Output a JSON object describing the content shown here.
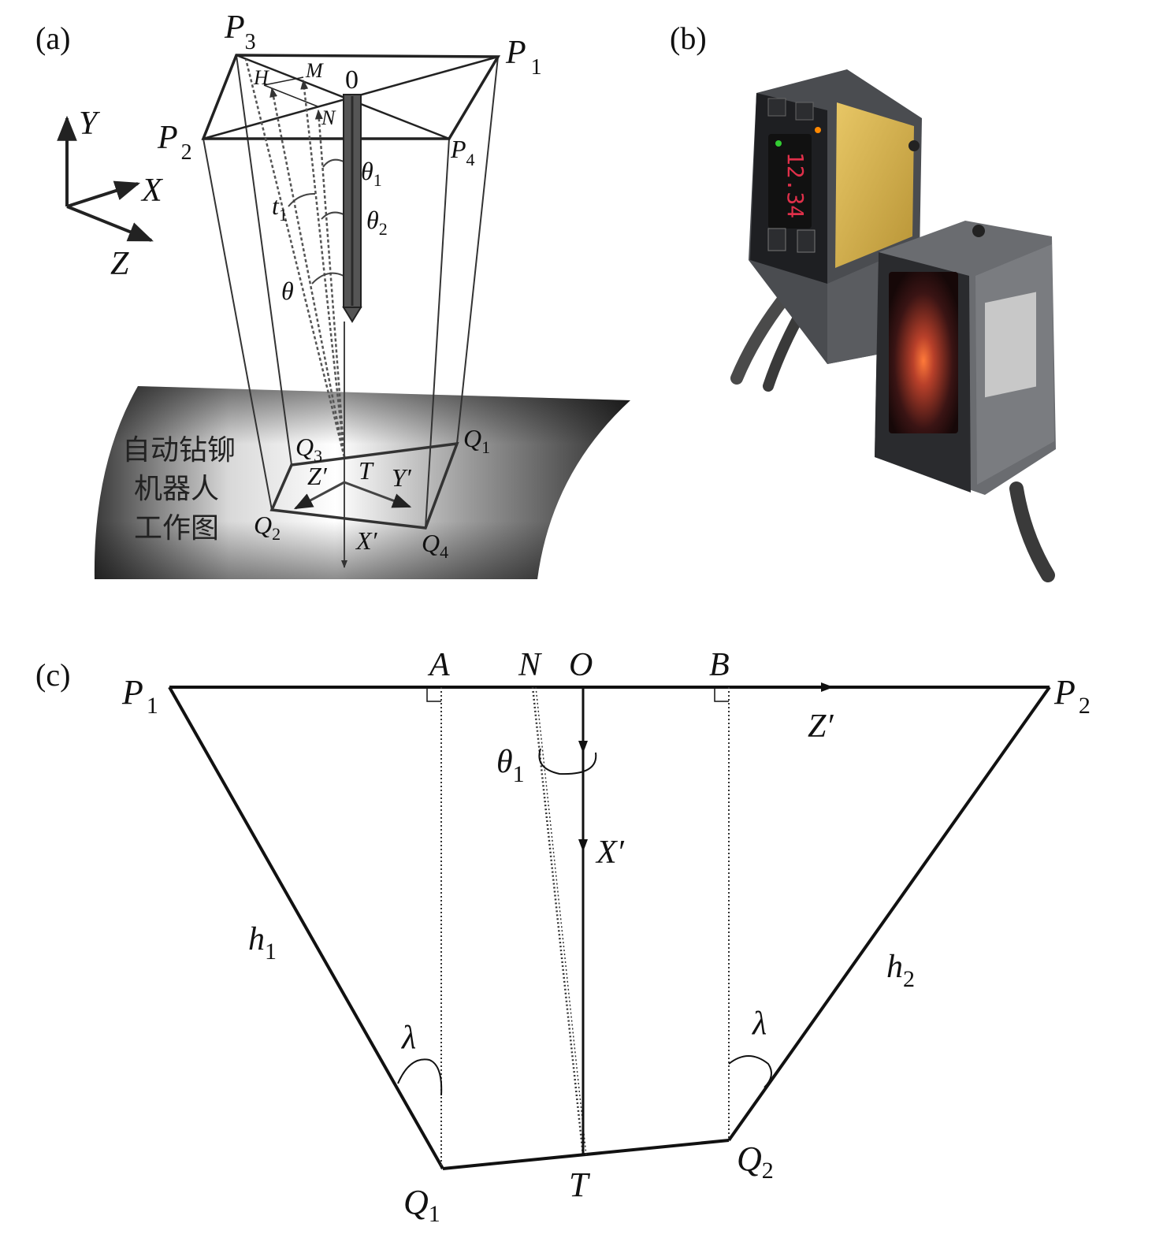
{
  "panels": {
    "a": "(a)",
    "b": "(b)",
    "c": "(c)"
  },
  "panel_a": {
    "axes": {
      "y": "Y",
      "x": "X",
      "z": "Z"
    },
    "points": {
      "P3": {
        "main": "P",
        "sub": "3"
      },
      "P1": {
        "main": "P",
        "sub": "1"
      },
      "P2": {
        "main": "P",
        "sub": "2"
      },
      "P4": {
        "main": "P",
        "sub": "4"
      },
      "H": "H",
      "M": "M",
      "N": "N",
      "origin": "0",
      "theta1": {
        "main": "θ",
        "sub": "1"
      },
      "theta2": {
        "main": "θ",
        "sub": "2"
      },
      "t1": {
        "main": "t",
        "sub": "1"
      },
      "theta": "θ",
      "Q1": {
        "main": "Q",
        "sub": "1"
      },
      "Q2": {
        "main": "Q",
        "sub": "2"
      },
      "Q3": {
        "main": "Q",
        "sub": "3"
      },
      "Q4": {
        "main": "Q",
        "sub": "4"
      },
      "T": "T",
      "Zp": "Z′",
      "Yp": "Y′",
      "Xp": "X′"
    },
    "caption_lines": [
      "自动钻铆",
      "机器人",
      "工作图"
    ]
  },
  "panel_b": {
    "sensor_display": "12.34"
  },
  "panel_c": {
    "points": {
      "P1": {
        "main": "P",
        "sub": "1"
      },
      "P2": {
        "main": "P",
        "sub": "2"
      },
      "A": "A",
      "N": "N",
      "O": "O",
      "B": "B",
      "Zp": "Z′",
      "Xp": "X′",
      "theta1": {
        "main": "θ",
        "sub": "1"
      },
      "h1": {
        "main": "h",
        "sub": "1"
      },
      "h2": {
        "main": "h",
        "sub": "2"
      },
      "lambda_left": "λ",
      "lambda_right": "λ",
      "Q1": {
        "main": "Q",
        "sub": "1"
      },
      "Q2": {
        "main": "Q",
        "sub": "2"
      },
      "T": "T"
    }
  }
}
